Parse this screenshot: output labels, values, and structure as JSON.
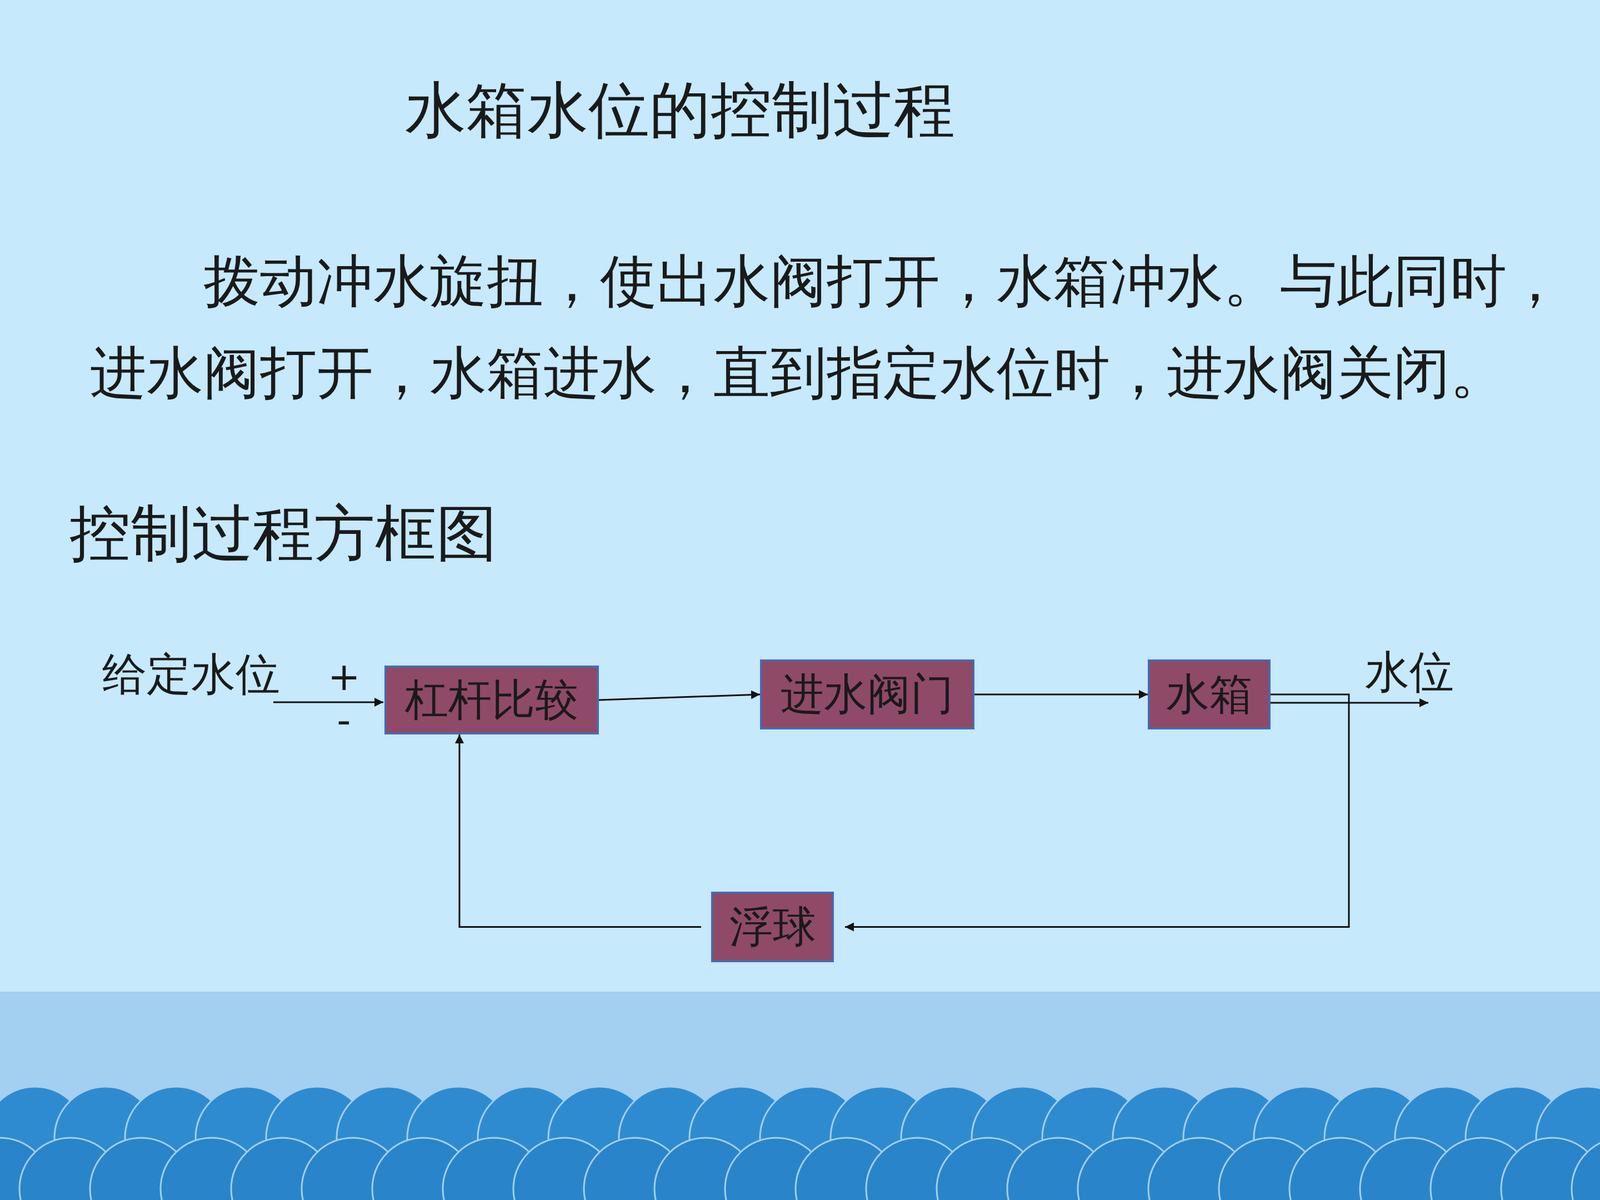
{
  "diagram": {
    "title": "水箱水位的控制过程",
    "nodes": [
      {
        "text": [
          "杠杆比较"
        ]
      },
      {
        "text": [
          "进水阀门"
        ]
      },
      {
        "text": [
          "水箱"
        ]
      },
      {
        "text": [
          "浮球"
        ]
      }
    ],
    "edges": [
      {
        "from": 0,
        "to": 1,
        "arrow": "to"
      },
      {
        "from": 1,
        "to": 2,
        "arrow": "to"
      },
      {
        "from": 2,
        "to": 3,
        "arrow": "to"
      },
      {
        "from": 3,
        "to": 0,
        "arrow": "to"
      }
    ],
    "labels": [
      "拨动冲水旋扭，使出水阀打开，水箱冲水。与此同时，进水阀打开，水箱进水，直到指定水位时，进水阀关闭。",
      "控制过程方框图",
      "给定水位",
      "+",
      "-",
      "水位"
    ]
  }
}
